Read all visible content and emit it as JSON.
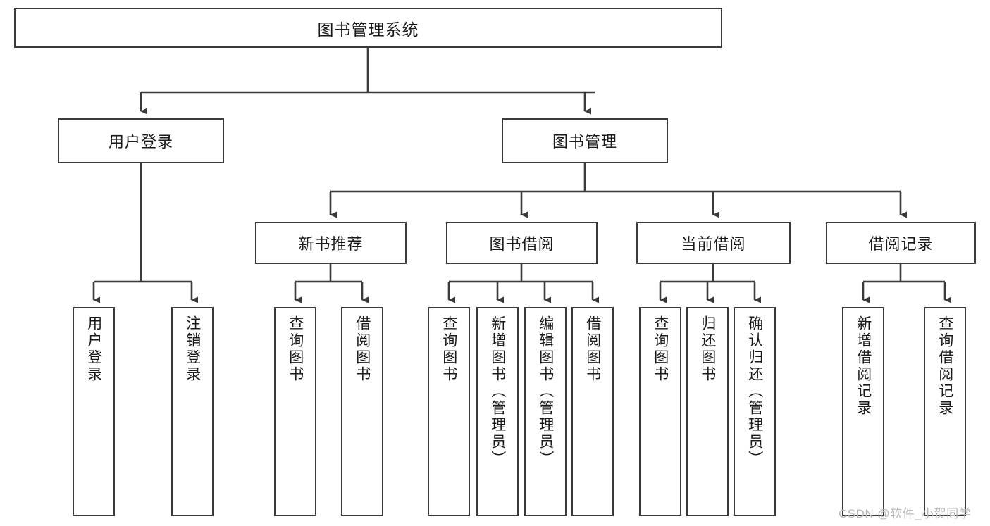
{
  "diagram": {
    "title": "图书管理系统",
    "type": "functional-structure-tree",
    "root": {
      "label": "图书管理系统"
    },
    "level2": [
      {
        "label": "用户登录"
      },
      {
        "label": "图书管理"
      }
    ],
    "level3": [
      {
        "label": "新书推荐"
      },
      {
        "label": "图书借阅"
      },
      {
        "label": "当前借阅"
      },
      {
        "label": "借阅记录"
      }
    ],
    "leaves": {
      "user_login": [
        {
          "label": "用户登录"
        },
        {
          "label": "注销登录"
        }
      ],
      "new_book_recommend": [
        {
          "label": "查询图书"
        },
        {
          "label": "借阅图书"
        }
      ],
      "book_borrow": [
        {
          "label": "查询图书"
        },
        {
          "label": "新增图书（管理员）"
        },
        {
          "label": "编辑图书（管理员）"
        },
        {
          "label": "借阅图书"
        }
      ],
      "current_borrow": [
        {
          "label": "查询图书"
        },
        {
          "label": "归还图书"
        },
        {
          "label": "确认归还（管理员）"
        }
      ],
      "borrow_record": [
        {
          "label": "新增借阅记录"
        },
        {
          "label": "查询借阅记录"
        }
      ]
    }
  },
  "watermark": {
    "text": "CSDN @软件_小贺同学"
  },
  "colors": {
    "stroke": "#3a3a3a",
    "fill": "#ffffff",
    "text": "#1a1a1a",
    "watermark": "#b9b9b9"
  }
}
